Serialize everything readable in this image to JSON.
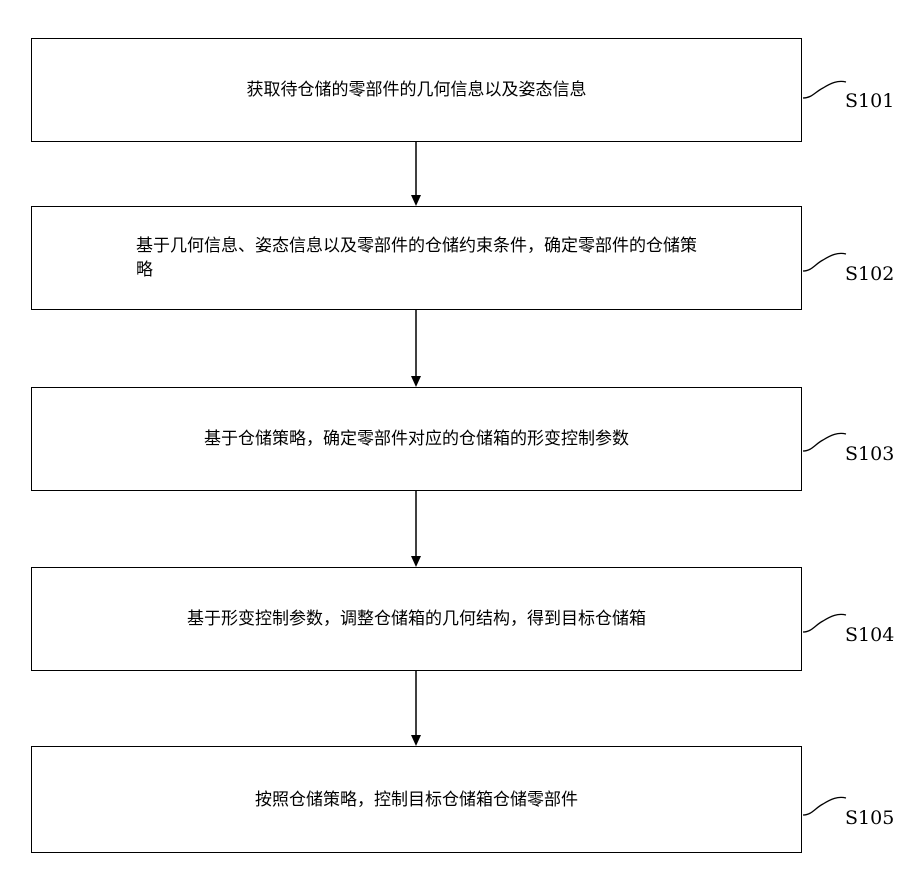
{
  "flowchart": {
    "steps": [
      {
        "id": "S101",
        "text": "获取待仓储的零部件的几何信息以及姿态信息"
      },
      {
        "id": "S102",
        "text": "基于几何信息、姿态信息以及零部件的仓储约束条件，确定零部件的仓储策\n略"
      },
      {
        "id": "S103",
        "text": "基于仓储策略，确定零部件对应的仓储箱的形变控制参数"
      },
      {
        "id": "S104",
        "text": "基于形变控制参数，调整仓储箱的几何结构，得到目标仓储箱"
      },
      {
        "id": "S105",
        "text": "按照仓储策略，控制目标仓储箱仓储零部件"
      }
    ],
    "colors": {
      "line": "#000000",
      "background": "#ffffff"
    }
  }
}
